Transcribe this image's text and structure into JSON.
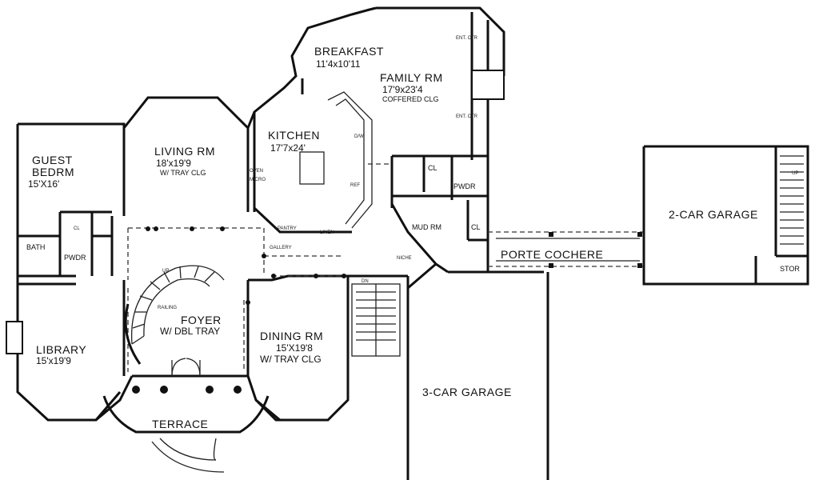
{
  "rooms": {
    "breakfast": {
      "name": "BREAKFAST",
      "size": "11'4x10'11"
    },
    "family": {
      "name": "FAMILY RM",
      "size": "17'9x23'4",
      "note": "COFFERED CLG"
    },
    "kitchen": {
      "name": "KITCHEN",
      "size": "17'7x24'"
    },
    "living": {
      "name": "LIVING RM",
      "size": "18'x19'9",
      "note": "W/ TRAY CLG"
    },
    "guest": {
      "name1": "GUEST",
      "name2": "BEDRM",
      "size": "15'X16'"
    },
    "bath": {
      "name": "BATH"
    },
    "pwdr_left": {
      "name": "PWDR"
    },
    "library": {
      "name": "LIBRARY",
      "size": "15'x19'9"
    },
    "foyer": {
      "name": "FOYER",
      "note": "W/ DBL TRAY"
    },
    "dining": {
      "name": "DINING RM",
      "size": "15'X19'8",
      "note": "W/ TRAY CLG"
    },
    "terrace": {
      "name": "TERRACE"
    },
    "garage3": {
      "name": "3-CAR GARAGE"
    },
    "garage2": {
      "name": "2-CAR GARAGE"
    },
    "porte": {
      "name": "PORTE COCHERE"
    },
    "mud": {
      "name": "MUD RM"
    },
    "pwdr_right": {
      "name": "PWDR"
    },
    "stor": {
      "name": "STOR"
    }
  },
  "small_labels": {
    "ent_ctr_top": "ENT. CTR",
    "ent_ctr_bottom": "ENT. CTR",
    "cl_top": "CL",
    "cl_mud": "CL",
    "cl_guest": "CL",
    "up_stair": "UP",
    "up_garage": "UP",
    "railing": "RAILING",
    "dw": "D/W",
    "ref": "REF",
    "pantry": "PANTRY",
    "oven": "OVEN",
    "micro": "MICRO",
    "gallery": "GALLERY",
    "niche": "NICHE",
    "dn": "DN",
    "linen": "LINEN"
  }
}
